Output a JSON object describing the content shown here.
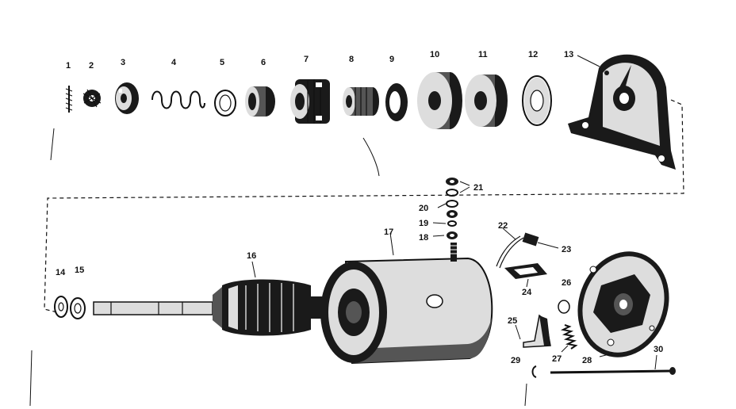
{
  "parts": [
    {
      "id": "1",
      "label": "1"
    },
    {
      "id": "2",
      "label": "2"
    },
    {
      "id": "3",
      "label": "3"
    },
    {
      "id": "4",
      "label": "4"
    },
    {
      "id": "5",
      "label": "5"
    },
    {
      "id": "6",
      "label": "6"
    },
    {
      "id": "7",
      "label": "7"
    },
    {
      "id": "8",
      "label": "8"
    },
    {
      "id": "9",
      "label": "9"
    },
    {
      "id": "10",
      "label": "10"
    },
    {
      "id": "11",
      "label": "11"
    },
    {
      "id": "12",
      "label": "12"
    },
    {
      "id": "13",
      "label": "13"
    },
    {
      "id": "14",
      "label": "14"
    },
    {
      "id": "15",
      "label": "15"
    },
    {
      "id": "16",
      "label": "16"
    },
    {
      "id": "17",
      "label": "17"
    },
    {
      "id": "18",
      "label": "18"
    },
    {
      "id": "19",
      "label": "19"
    },
    {
      "id": "20",
      "label": "20"
    },
    {
      "id": "21",
      "label": "21"
    },
    {
      "id": "22",
      "label": "22"
    },
    {
      "id": "23",
      "label": "23"
    },
    {
      "id": "24",
      "label": "24"
    },
    {
      "id": "25",
      "label": "25"
    },
    {
      "id": "26",
      "label": "26"
    },
    {
      "id": "27",
      "label": "27"
    },
    {
      "id": "28",
      "label": "28"
    },
    {
      "id": "29",
      "label": "29"
    },
    {
      "id": "30",
      "label": "30"
    }
  ]
}
